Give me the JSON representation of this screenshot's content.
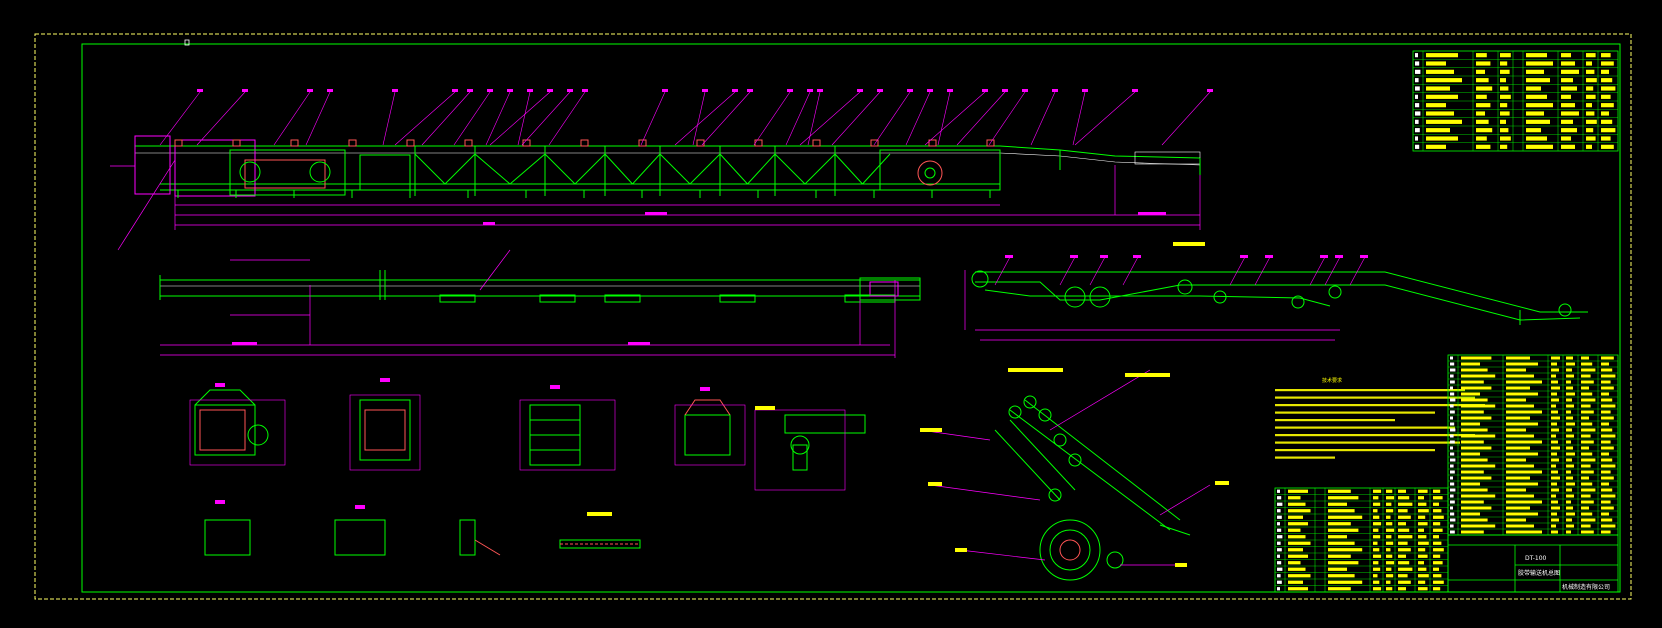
{
  "drawing": {
    "background": "#000000",
    "colors": {
      "frame": "#00ff00",
      "dims": "#ff00ff",
      "labels": "#ffff00",
      "outer_border": "#ffff66",
      "idlers": "#ff5555"
    },
    "technical_notes_title": "技术要求",
    "title_block_name": "胶带输送机总图",
    "title_block_code": "DT-100",
    "title_block_company": "机械制造有限公司"
  }
}
